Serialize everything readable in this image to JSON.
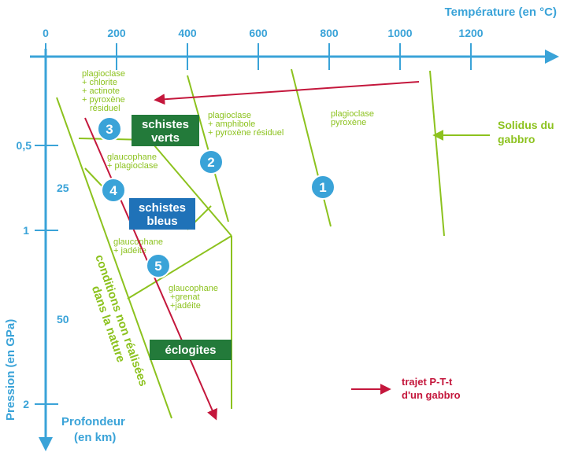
{
  "axes": {
    "temperature": {
      "title": "Température (en °C)",
      "ticks": [
        "0",
        "200",
        "400",
        "600",
        "800",
        "1000",
        "1200"
      ],
      "color": "#3aa3d8"
    },
    "pressure": {
      "title": "Pression (en GPa)",
      "ticks": [
        "0,5",
        "1",
        "2"
      ]
    },
    "depth": {
      "title_line1": "Profondeur",
      "title_line2": "(en km)",
      "ticks": [
        "25",
        "50"
      ]
    }
  },
  "mineral_fields": {
    "field_a": [
      "plagioclase",
      "+ chlorite",
      "+ actinote",
      "+ pyroxène",
      "résiduel"
    ],
    "field_b": [
      "plagioclase",
      "+ amphibole",
      "+ pyroxène résiduel"
    ],
    "field_c": [
      "plagioclase",
      "pyroxène"
    ],
    "field_d": [
      "glaucophane",
      "+ plagioclase"
    ],
    "field_e": [
      "glaucophane",
      "+ jadéite"
    ],
    "field_f": [
      "glaucophane",
      "+grenat",
      "+jadéite"
    ]
  },
  "solidus": {
    "line1": "Solidus du",
    "line2": "gabbro",
    "color": "#8cc21e"
  },
  "unrealized": {
    "line1": "conditions non réalisées",
    "line2": "dans la nature"
  },
  "facies": {
    "schistes_verts": {
      "line1": "schistes",
      "line2": "verts",
      "color": "#237a3a"
    },
    "schistes_bleus": {
      "line1": "schistes",
      "line2": "bleus",
      "color": "#1f72b8"
    },
    "eclogites": {
      "label": "éclogites",
      "color": "#237a3a"
    }
  },
  "stages": [
    "1",
    "2",
    "3",
    "4",
    "5"
  ],
  "stage_color": "#3aa3d8",
  "legend": {
    "line1": "trajet P-T-t",
    "line2": "d'un gabbro",
    "color": "#c4173c"
  }
}
